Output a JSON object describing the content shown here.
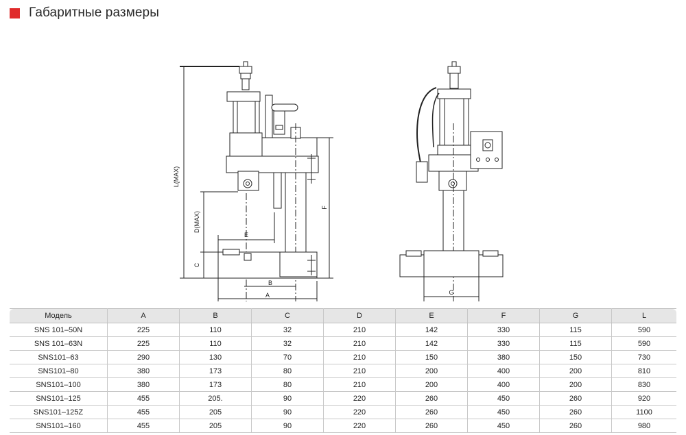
{
  "header": {
    "title": "Габаритные размеры",
    "accent_color": "#e02a2a"
  },
  "drawing": {
    "dimension_labels": {
      "L": "L(MAX)",
      "D": "D(MAX)",
      "C": "C",
      "E": "E",
      "B": "B",
      "A": "A",
      "F": "F",
      "G": "G"
    }
  },
  "table": {
    "columns": [
      "Модель",
      "A",
      "B",
      "C",
      "D",
      "E",
      "F",
      "G",
      "L"
    ],
    "rows": [
      [
        "SNS 101–50N",
        "225",
        "110",
        "32",
        "210",
        "142",
        "330",
        "115",
        "590"
      ],
      [
        "SNS 101–63N",
        "225",
        "110",
        "32",
        "210",
        "142",
        "330",
        "115",
        "590"
      ],
      [
        "SNS101–63",
        "290",
        "130",
        "70",
        "210",
        "150",
        "380",
        "150",
        "730"
      ],
      [
        "SNS101–80",
        "380",
        "173",
        "80",
        "210",
        "200",
        "400",
        "200",
        "810"
      ],
      [
        "SNS101–100",
        "380",
        "173",
        "80",
        "210",
        "200",
        "400",
        "200",
        "830"
      ],
      [
        "SNS101–125",
        "455",
        "205.",
        "90",
        "220",
        "260",
        "450",
        "260",
        "920"
      ],
      [
        "SNS101–125Z",
        "455",
        "205",
        "90",
        "220",
        "260",
        "450",
        "260",
        "1100"
      ],
      [
        "SNS101–160",
        "455",
        "205",
        "90",
        "220",
        "260",
        "450",
        "260",
        "980"
      ]
    ]
  }
}
